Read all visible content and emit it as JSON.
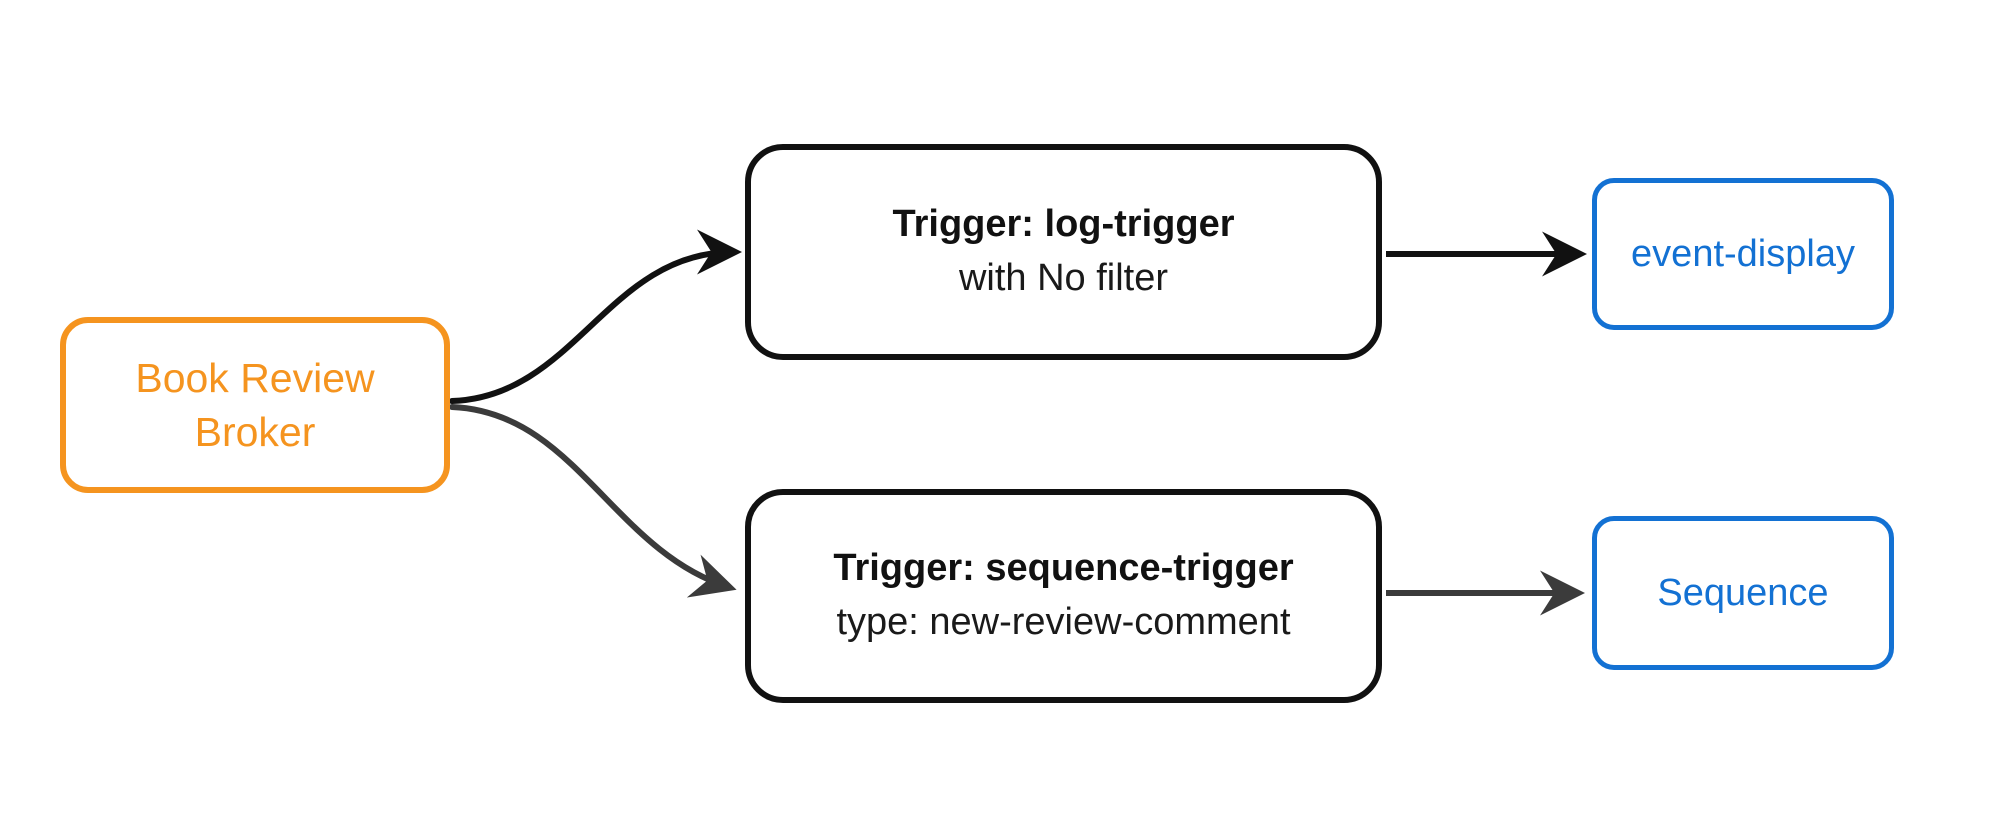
{
  "colors": {
    "background": "#ffffff",
    "broker_orange": "#F5941F",
    "trigger_border_black": "#111111",
    "output_blue": "#1371D3",
    "edge_black": "#111111",
    "edge_gray": "#3b3b3b"
  },
  "nodes": {
    "broker": {
      "label": "Book Review Broker"
    },
    "log_trigger": {
      "title": "Trigger: log-trigger",
      "subtitle": "with No filter"
    },
    "sequence_trigger": {
      "title": "Trigger: sequence-trigger",
      "subtitle": "type: new-review-comment"
    },
    "event_display": {
      "label": "event-display"
    },
    "sequence": {
      "label": "Sequence"
    }
  },
  "edges": [
    {
      "from": "broker",
      "to": "log_trigger",
      "shape": "curve",
      "color": "#111111"
    },
    {
      "from": "broker",
      "to": "sequence_trigger",
      "shape": "curve",
      "color": "#3b3b3b"
    },
    {
      "from": "log_trigger",
      "to": "event_display",
      "shape": "line",
      "color": "#111111"
    },
    {
      "from": "sequence_trigger",
      "to": "sequence",
      "shape": "line",
      "color": "#3b3b3b"
    }
  ]
}
